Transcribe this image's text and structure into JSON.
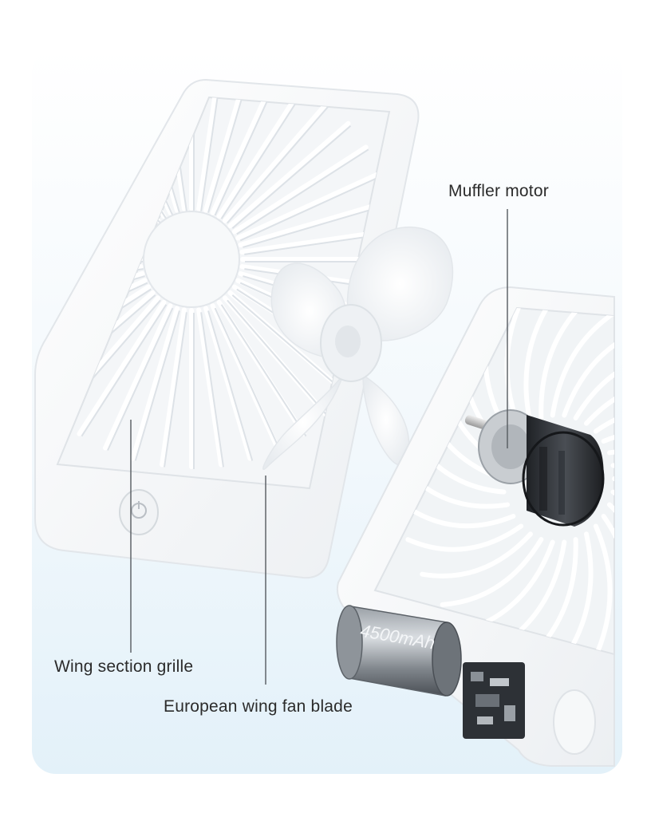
{
  "labels": {
    "motor": "Muffler motor",
    "grille": "Wing section grille",
    "blade": "European wing fan blade"
  },
  "battery_text": "4500mAh",
  "colors": {
    "background_top": "#ffffff",
    "background_bottom": "#e6f3fa",
    "fan_body": "#f8f9fa",
    "label_text": "#2b2b2b",
    "motor_dark": "#2c2f33",
    "motor_copper": "#b87a4b"
  }
}
